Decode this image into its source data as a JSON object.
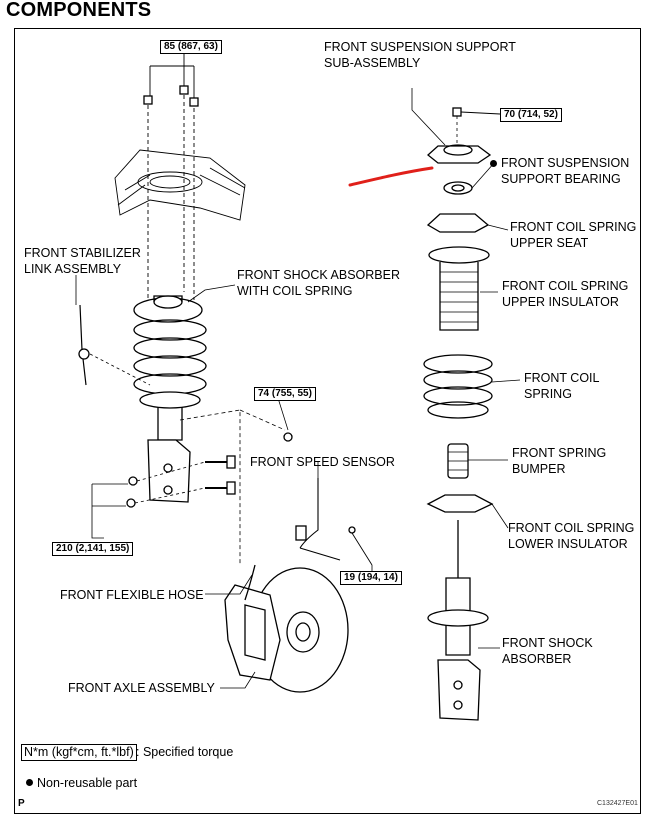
{
  "heading": "COMPONENTS",
  "labels": {
    "front_suspension_support_sub_assembly": "FRONT SUSPENSION SUPPORT\nSUB-ASSEMBLY",
    "front_suspension_support_bearing": "FRONT SUSPENSION\nSUPPORT BEARING",
    "front_coil_spring_upper_seat": "FRONT COIL SPRING\nUPPER SEAT",
    "front_coil_spring_upper_insulator": "FRONT COIL SPRING\nUPPER INSULATOR",
    "front_coil_spring": "FRONT COIL\nSPRING",
    "front_spring_bumper": "FRONT SPRING\nBUMPER",
    "front_coil_spring_lower_insulator": "FRONT COIL SPRING\nLOWER INSULATOR",
    "front_shock_absorber": "FRONT SHOCK\nABSORBER",
    "front_stabilizer_link_assembly": "FRONT STABILIZER\nLINK ASSEMBLY",
    "front_shock_absorber_with_coil_spring": "FRONT SHOCK ABSORBER\nWITH COIL SPRING",
    "front_speed_sensor": "FRONT SPEED SENSOR",
    "front_flexible_hose": "FRONT FLEXIBLE HOSE",
    "front_axle_assembly": "FRONT AXLE ASSEMBLY"
  },
  "torques": {
    "t85": "85 (867, 63)",
    "t70": "70 (714, 52)",
    "t74": "74 (755, 55)",
    "t210": "210 (2,141, 155)",
    "t19": "19 (194, 14)"
  },
  "legend": {
    "unit": "N*m (kgf*cm, ft.*lbf)",
    "specified_torque": ": Specified torque",
    "non_reusable": "Non-reusable part"
  },
  "page_mark": "P",
  "figure_code": "C132427E01",
  "colors": {
    "annotation": "#e0201a",
    "ink": "#000000"
  }
}
